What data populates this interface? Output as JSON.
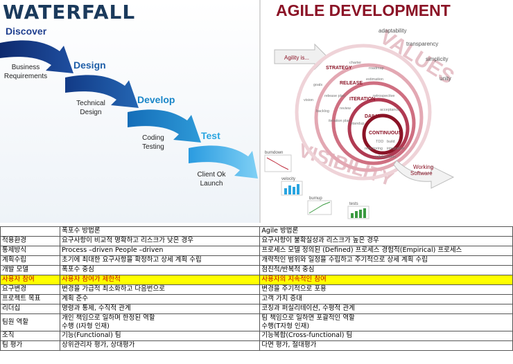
{
  "waterfall": {
    "title": "WATERFALL",
    "stages": [
      {
        "label": "Discover",
        "color": "#1f3f8f",
        "desc": [
          "Business",
          "Requirements"
        ]
      },
      {
        "label": "Design",
        "color": "#1f5fa8",
        "desc": [
          "Technical",
          "Design"
        ]
      },
      {
        "label": "Develop",
        "color": "#1a86c8",
        "desc": [
          "Coding",
          "Testing"
        ]
      },
      {
        "label": "Test",
        "color": "#2aa5e0",
        "desc": [
          "Client Ok",
          "Launch"
        ]
      }
    ]
  },
  "agile": {
    "title": "AGILE DEVELOPMENT",
    "accent": "#8b1326",
    "agility_label": "Agility is...",
    "values": [
      "adaptability",
      "transparency",
      "simplicity",
      "unity"
    ],
    "big_words": [
      "VALUES",
      "VISIBILITY"
    ],
    "loops": [
      "STRATEGY",
      "RELEASE",
      "ITERATION",
      "DAILY",
      "CONTINUOUS"
    ],
    "small_terms": [
      "charter",
      "roadmap",
      "goals",
      "estimation",
      "release plan",
      "vision",
      "retrospective",
      "backlog",
      "review",
      "acceptance",
      "iteration plan",
      "standup",
      "TDD",
      "build",
      "refactoring",
      "integration",
      "collaboration"
    ],
    "metrics": [
      "burndown",
      "velocity",
      "burnup",
      "tests"
    ],
    "output": [
      "Working",
      "Software"
    ]
  },
  "table": {
    "header": [
      "",
      "폭포수 방법론",
      "Agile 방법론"
    ],
    "rows": [
      {
        "cells": [
          "적용환경",
          "요구사항이 비교적 명확하고 리스크가 낮은 경우",
          "요구사항이 불확실성과 리스크가 높은 경우"
        ]
      },
      {
        "cells": [
          "통제방식",
          "Process –driven People –driven",
          "프로세스 모델 정의된 (Defined) 프로세스 경험적(Empirical) 프로세스"
        ]
      },
      {
        "cells": [
          "계획수립",
          "초기에 최대한 요구사항을 확정하고 상세 계획 수립",
          "개략적인 범위와 일정을 수립하고 주기적으로 상세 계획 수립"
        ]
      },
      {
        "cells": [
          "개발 모델",
          "폭포수 중심",
          "점진적/반복적 중심"
        ]
      },
      {
        "cells": [
          "사용자 참여",
          "사용자 참여가 제한적",
          "사용자의 지속적인 참여"
        ],
        "highlight": true
      },
      {
        "cells": [
          "요구변경",
          "변경을 가급적 최소화하고 다음번으로",
          "변경을 주기적으로 포용"
        ]
      },
      {
        "cells": [
          "프로젝트 목표",
          "계획 준수",
          "고객 가치 증대"
        ]
      },
      {
        "cells": [
          "리더십",
          "명령과 통제, 수직적 관계",
          "코칭과 퍼실리테이션, 수평적 관계"
        ]
      },
      {
        "cells": [
          "팀원 역할",
          "개인 책임으로 일하며 한정된 역할",
          "팀 책임으로 일하면 포괄적인 역할"
        ],
        "line2": [
          "",
          "수행 (I자형 인재)",
          "수행(T자형 인재)"
        ]
      },
      {
        "cells": [
          "조직",
          "기능(Functional) 팀",
          "기능복합(Cross-functional) 팀"
        ]
      },
      {
        "cells": [
          "팀 평가",
          "상위관리자 평가, 상대평가",
          "다면 평가, 절대평가"
        ]
      }
    ]
  }
}
